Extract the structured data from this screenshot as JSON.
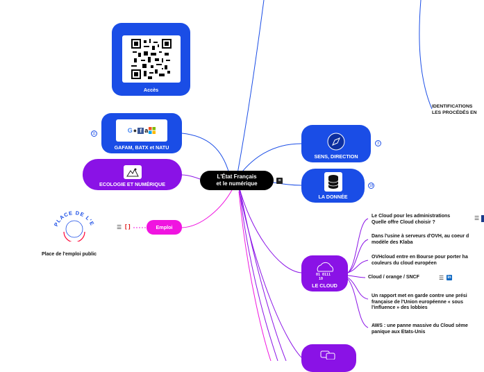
{
  "central": {
    "line1": "L'État Français",
    "line2": "et le numérique"
  },
  "acces": {
    "label": "Accès"
  },
  "gafam": {
    "label": "GAFAM, BATX et NATU",
    "badge": "11"
  },
  "ecologie": {
    "label": "ECOLOGIE ET NUMÉRIQUE"
  },
  "emploi": {
    "label": "Emploi"
  },
  "place_emploi": {
    "caption": "Place de l'emploi public",
    "logo_text": "PLACE DE L'EMPLOI PUBLIC"
  },
  "sens": {
    "label": "SENS, DIRECTION",
    "badge": "3"
  },
  "donnee": {
    "label": "LA DONNÉE",
    "badge": "18"
  },
  "cloud": {
    "label": "LE CLOUD",
    "items": [
      {
        "line1": "Le Cloud pour les administrations",
        "line2": "Quelle offre Cloud choisir ?"
      },
      {
        "line1": "Dans l'usine à serveurs d'OVH, au coeur d",
        "line2": "modèle des Klaba"
      },
      {
        "line1": "OVHcloud entre en Bourse pour porter ha",
        "line2": "couleurs du cloud européen"
      },
      {
        "line1": "Cloud / orange / SNCF",
        "line2": ""
      },
      {
        "line1": "Un rapport met en garde contre une prési",
        "line2": "française de l'Union européenne « sous",
        "line3": "l'influence » des lobbies"
      },
      {
        "line1": "AWS : une panne massive du Cloud sème",
        "line2": "panique aux Etats-Unis"
      }
    ]
  },
  "identifications": {
    "line1": "IDENTIFICATIONS",
    "line2": "LES PROCÉDÉS EN"
  },
  "colors": {
    "blue": "#1a4de6",
    "purple": "#8a12e6",
    "pink": "#f014e0",
    "black": "#000000"
  }
}
